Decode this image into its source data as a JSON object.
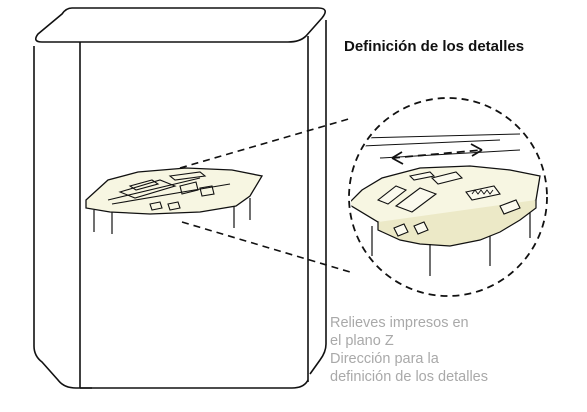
{
  "title": "Definición de los detalles",
  "captions": {
    "line1": "Relieves impresos en",
    "line2": "el plano Z",
    "line3": "Dirección para la",
    "line4": "definición de los detalles"
  },
  "colors": {
    "outline": "#111111",
    "board_fill": "#f7f6e2",
    "caption_text": "#a9a9a9"
  },
  "icons": {
    "double_arrow": "double-headed-arrow-icon"
  }
}
